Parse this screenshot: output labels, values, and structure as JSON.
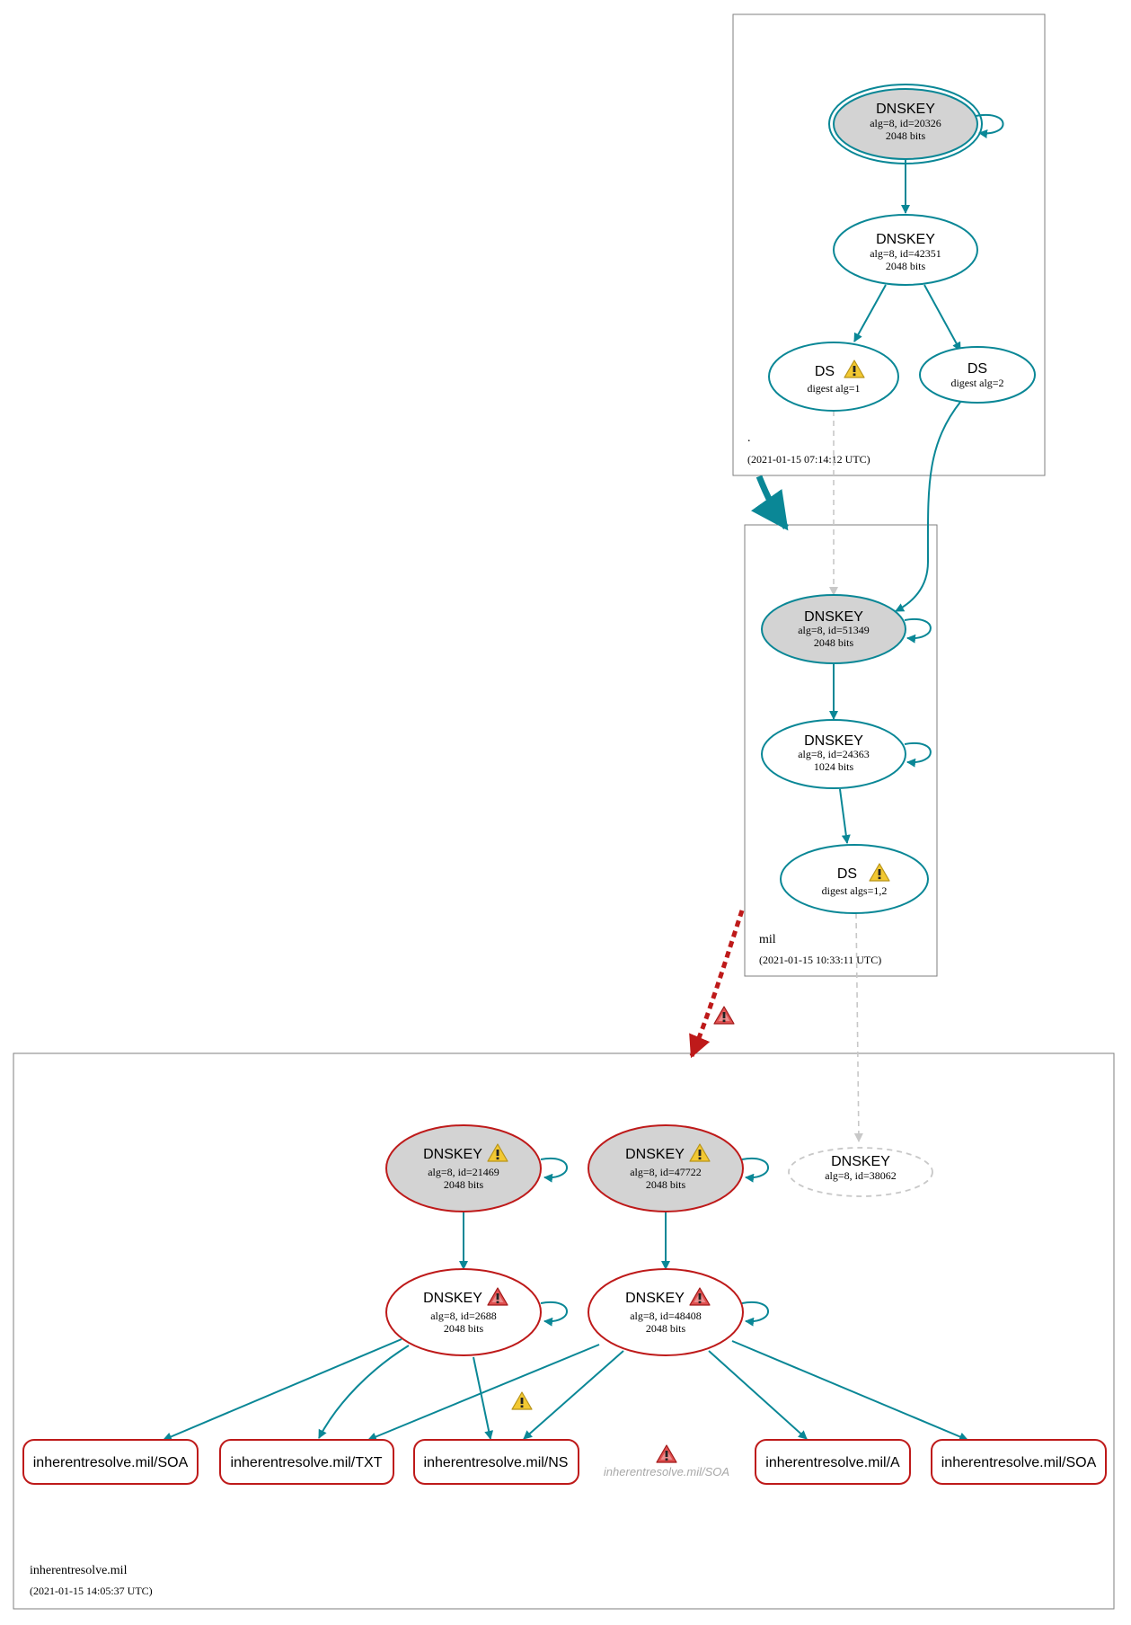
{
  "colors": {
    "teal": "#0a8796",
    "red": "#be1a1a",
    "grey_dash": "#c8c8c8",
    "node_fill": "#d3d3d3",
    "box": "#7f7f7f"
  },
  "zones": {
    "root": {
      "name": ".",
      "time": "(2021-01-15 07:14:12 UTC)"
    },
    "mil": {
      "name": "mil",
      "time": "(2021-01-15 10:33:11 UTC)"
    },
    "inh": {
      "name": "inherentresolve.mil",
      "time": "(2021-01-15 14:05:37 UTC)"
    }
  },
  "nodes": {
    "root_ksk": {
      "title": "DNSKEY",
      "l1": "alg=8, id=20326",
      "l2": "2048 bits"
    },
    "root_zsk": {
      "title": "DNSKEY",
      "l1": "alg=8, id=42351",
      "l2": "2048 bits"
    },
    "root_ds1": {
      "title": "DS",
      "l1": "digest alg=1",
      "icon": "warning-icon"
    },
    "root_ds2": {
      "title": "DS",
      "l1": "digest alg=2"
    },
    "mil_ksk": {
      "title": "DNSKEY",
      "l1": "alg=8, id=51349",
      "l2": "2048 bits"
    },
    "mil_zsk": {
      "title": "DNSKEY",
      "l1": "alg=8, id=24363",
      "l2": "1024 bits"
    },
    "mil_ds": {
      "title": "DS",
      "l1": "digest algs=1,2",
      "icon": "warning-icon"
    },
    "inh_k1": {
      "title": "DNSKEY",
      "l1": "alg=8, id=21469",
      "l2": "2048 bits",
      "icon": "warning-icon"
    },
    "inh_k2": {
      "title": "DNSKEY",
      "l1": "alg=8, id=47722",
      "l2": "2048 bits",
      "icon": "warning-icon"
    },
    "inh_k3": {
      "title": "DNSKEY",
      "l1": "alg=8, id=38062"
    },
    "inh_z1": {
      "title": "DNSKEY",
      "l1": "alg=8, id=2688",
      "l2": "2048 bits",
      "icon": "error-icon"
    },
    "inh_z2": {
      "title": "DNSKEY",
      "l1": "alg=8, id=48408",
      "l2": "2048 bits",
      "icon": "error-icon"
    }
  },
  "rrsets": [
    "inherentresolve.mil/SOA",
    "inherentresolve.mil/TXT",
    "inherentresolve.mil/NS",
    "inherentresolve.mil/A",
    "inherentresolve.mil/SOA"
  ],
  "missing_rrset": "inherentresolve.mil/SOA"
}
